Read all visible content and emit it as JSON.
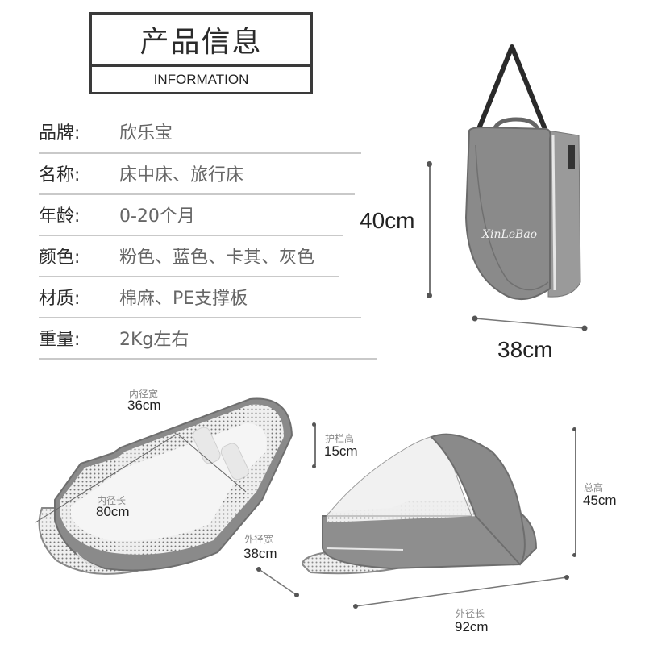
{
  "header": {
    "title": "产品信息",
    "subtitle": "INFORMATION"
  },
  "specs": [
    {
      "label": "品牌:",
      "value": "欣乐宝"
    },
    {
      "label": "名称:",
      "value": "床中床、旅行床"
    },
    {
      "label": "年龄:",
      "value": "0-20个月"
    },
    {
      "label": "颜色:",
      "value": "粉色、蓝色、卡其、灰色"
    },
    {
      "label": "材质:",
      "value": "棉麻、PE支撑板"
    },
    {
      "label": "重量:",
      "value": "2Kg左右"
    }
  ],
  "bag": {
    "brand_script": "XinLeBao",
    "height": "40cm",
    "width": "38cm"
  },
  "open_bed": {
    "inner_width_label": "内径宽",
    "inner_width": "36cm",
    "inner_length_label": "内径长",
    "inner_length": "80cm"
  },
  "canopy_bed": {
    "rail_height_label": "护栏高",
    "rail_height": "15cm",
    "total_height_label": "总高",
    "total_height": "45cm",
    "outer_width_label": "外径宽",
    "outer_width": "38cm",
    "outer_length_label": "外径长",
    "outer_length": "92cm"
  },
  "colors": {
    "fabric": "#8a8a8a",
    "fabric_dark": "#6e6e6e",
    "strap": "#2a2a2a",
    "border": "#3a3a3a",
    "divider": "#c9c9c9"
  }
}
